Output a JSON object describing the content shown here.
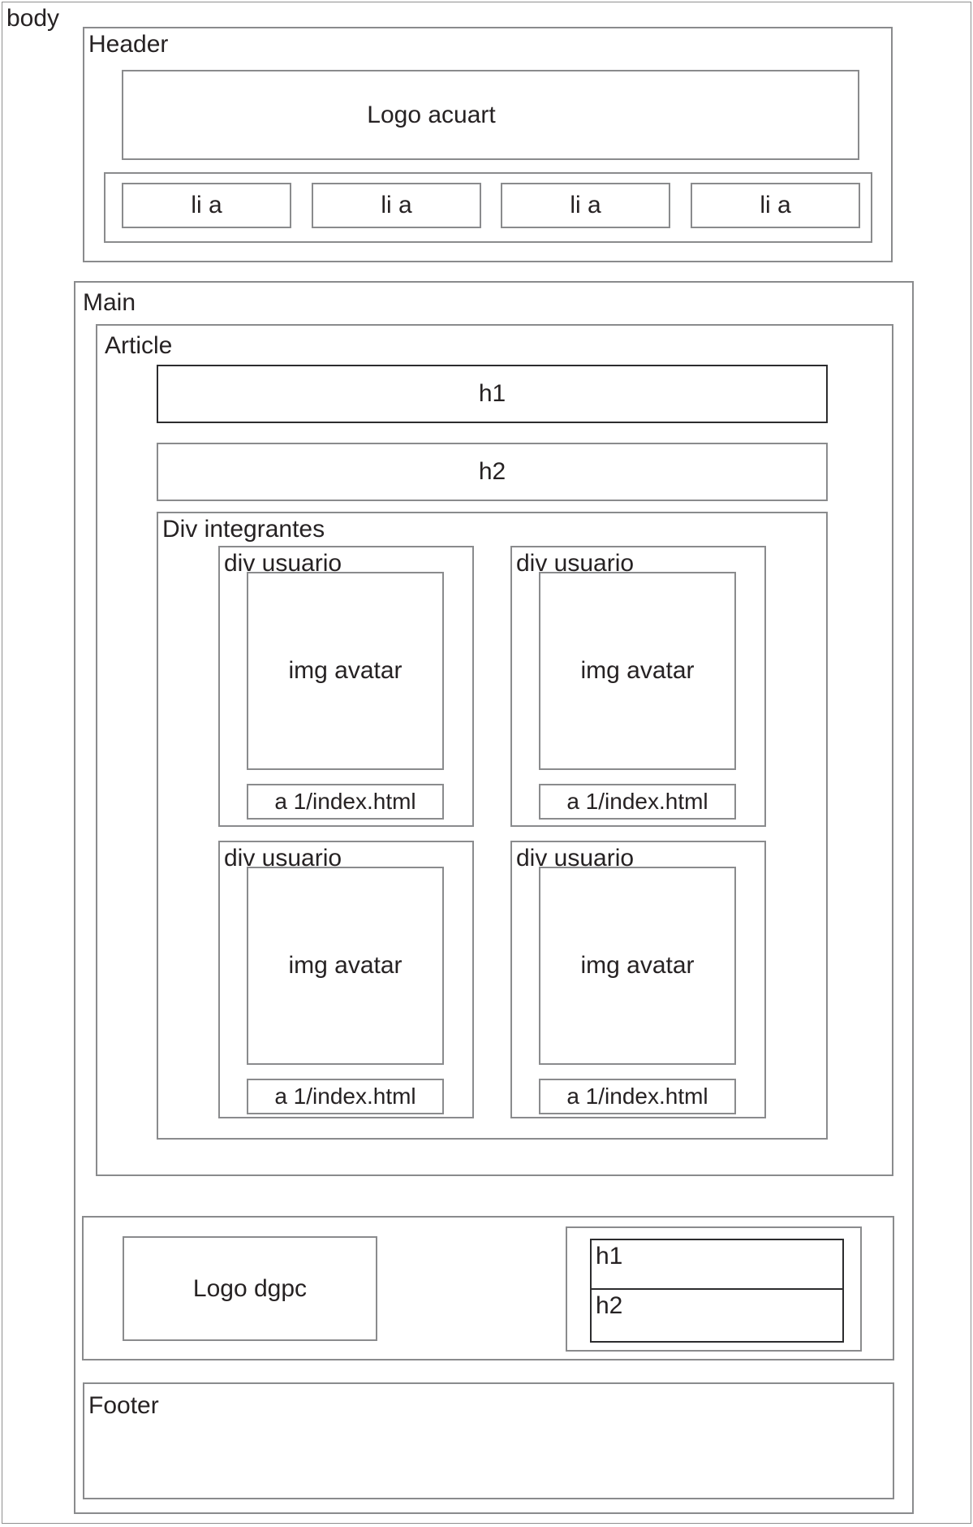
{
  "body_label": "body",
  "header": {
    "label": "Header",
    "logo": "Logo acuart",
    "nav_items": [
      "li a",
      "li a",
      "li a",
      "li a"
    ]
  },
  "main": {
    "label": "Main",
    "article": {
      "label": "Article",
      "h1": "h1",
      "h2": "h2",
      "integrantes": {
        "label": "Div integrantes",
        "users": [
          {
            "label": "div usuario",
            "avatar": "img avatar",
            "link": "a 1/index.html"
          },
          {
            "label": "div usuario",
            "avatar": "img avatar",
            "link": "a 1/index.html"
          },
          {
            "label": "div usuario",
            "avatar": "img avatar",
            "link": "a 1/index.html"
          },
          {
            "label": "div usuario",
            "avatar": "img avatar",
            "link": "a 1/index.html"
          }
        ]
      }
    },
    "bottom": {
      "logo": "Logo dgpc",
      "h1": "h1",
      "h2": "h2"
    },
    "footer": {
      "label": "Footer"
    }
  },
  "colors": {
    "border_gray": "#8a8b8d",
    "border_dark": "#2c2c2e",
    "text": "#262223",
    "background": "#ffffff"
  }
}
